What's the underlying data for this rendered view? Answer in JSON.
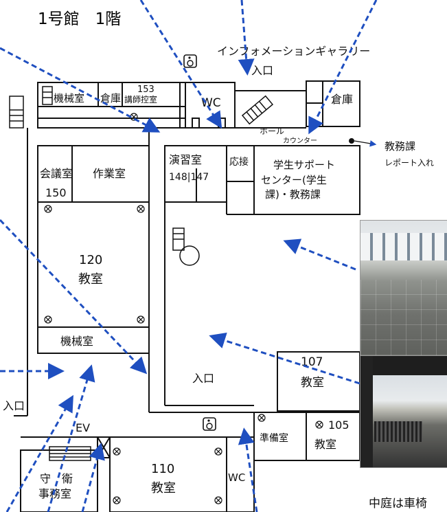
{
  "map_title": "1号館　1階",
  "rooms": {
    "machine_north": "機械室",
    "storage_north": "倉庫",
    "lecturer_room_number": "153",
    "lecturer_room_name": "講師控室",
    "wc_north": "WC",
    "storage_east": "倉庫",
    "hall": "ホール",
    "counter": "カウンター",
    "conference_name": "会議室",
    "conference_number": "150",
    "workroom": "作業室",
    "seminar_name": "演習室",
    "seminar_numbers": "148|147",
    "reception": "応接",
    "student_support_line1": "学生サポート",
    "student_support_line2": "センター(学生",
    "student_support_line3": "課)・教務課",
    "room120_number": "120",
    "room120_name": "教室",
    "machine_south": "機械室",
    "room107_number": "107",
    "room107_name": "教室",
    "prep_room": "準備室",
    "room105_number": "105",
    "room105_name": "教室",
    "room110_number": "110",
    "room110_name": "教室",
    "wc_south": "WC",
    "guard_line1": "守　衛",
    "guard_line2": "事務室",
    "elevator": "EV"
  },
  "labels": {
    "info_gallery": "インフォメーションギャラリー",
    "entrance_north": "入口",
    "entrance_center": "入口",
    "entrance_west": "入口",
    "academic_affairs": "教務課",
    "report_box": "レポート入れ"
  },
  "caption": "中庭は車椅",
  "colors": {
    "arrow": "#1f4fc0",
    "wall": "#111111",
    "background": "#ffffff"
  }
}
